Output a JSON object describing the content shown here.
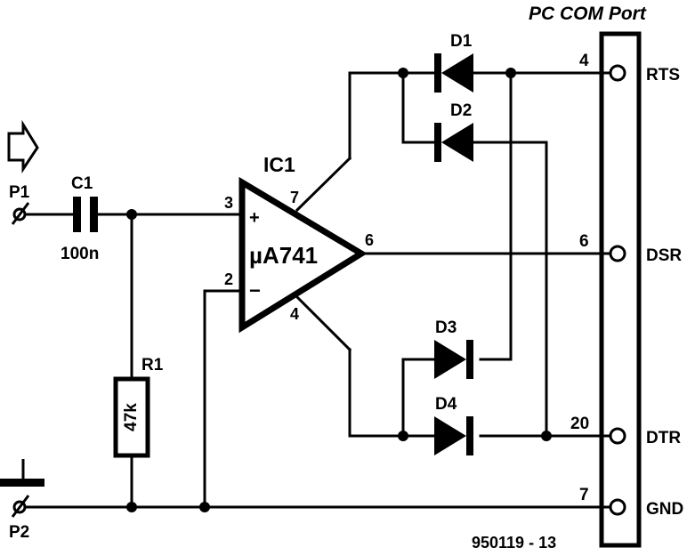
{
  "port": {
    "title": "PC COM Port",
    "pins": [
      {
        "number": "4",
        "signal": "RTS"
      },
      {
        "number": "6",
        "signal": "DSR"
      },
      {
        "number": "20",
        "signal": "DTR"
      },
      {
        "number": "7",
        "signal": "GND"
      }
    ]
  },
  "opamp": {
    "ref": "IC1",
    "part": "µA741",
    "pins": {
      "in_plus": "3",
      "in_minus": "2",
      "output": "6",
      "v_plus": "7",
      "v_minus": "4"
    },
    "plus_sign": "+",
    "minus_sign": "−"
  },
  "components": {
    "c1": {
      "ref": "C1",
      "value": "100n"
    },
    "r1": {
      "ref": "R1",
      "value": "47k"
    },
    "diodes": [
      "D1",
      "D2",
      "D3",
      "D4"
    ]
  },
  "terminals": {
    "input": "P1",
    "ground": "P2"
  },
  "figure_code": "950119 - 13"
}
